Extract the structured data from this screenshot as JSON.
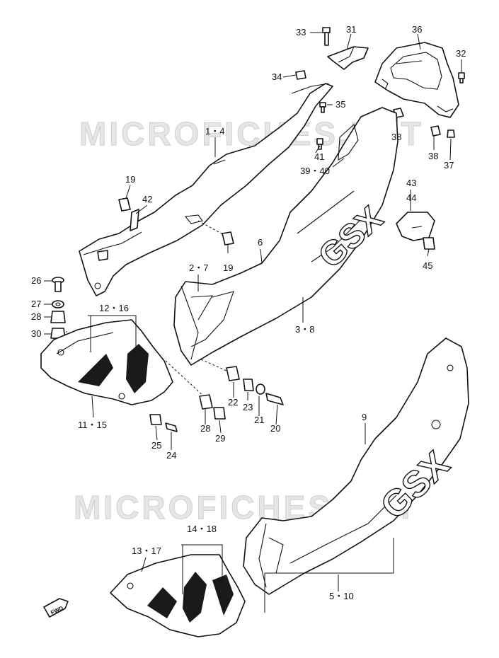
{
  "watermark": "MICROFICHES.NET",
  "fwd_badge": "FWD",
  "decal_text": "GSX",
  "callouts": {
    "c33": "33",
    "c31": "31",
    "c36": "36",
    "c32": "32",
    "c34": "34",
    "c35": "35",
    "c38a": "38",
    "c38b": "38",
    "c37": "37",
    "c41": "41",
    "c3940": "39・40",
    "c14": "1・4",
    "c19a": "19",
    "c42": "42",
    "c4344": "43\n44",
    "c43": "43",
    "c44": "44",
    "c45": "45",
    "c6": "6",
    "c19b": "19",
    "c27b": "2・7",
    "c26": "26",
    "c27": "27",
    "c28a": "28",
    "c30": "30",
    "c1216": "12・16",
    "c38c": "3・8",
    "c1115": "11・15",
    "c25": "25",
    "c24": "24",
    "c22": "22",
    "c23": "23",
    "c21": "21",
    "c20": "20",
    "c28b": "28",
    "c29": "29",
    "c9": "9",
    "c1418": "14・18",
    "c1317": "13・17",
    "c510": "5・10"
  }
}
